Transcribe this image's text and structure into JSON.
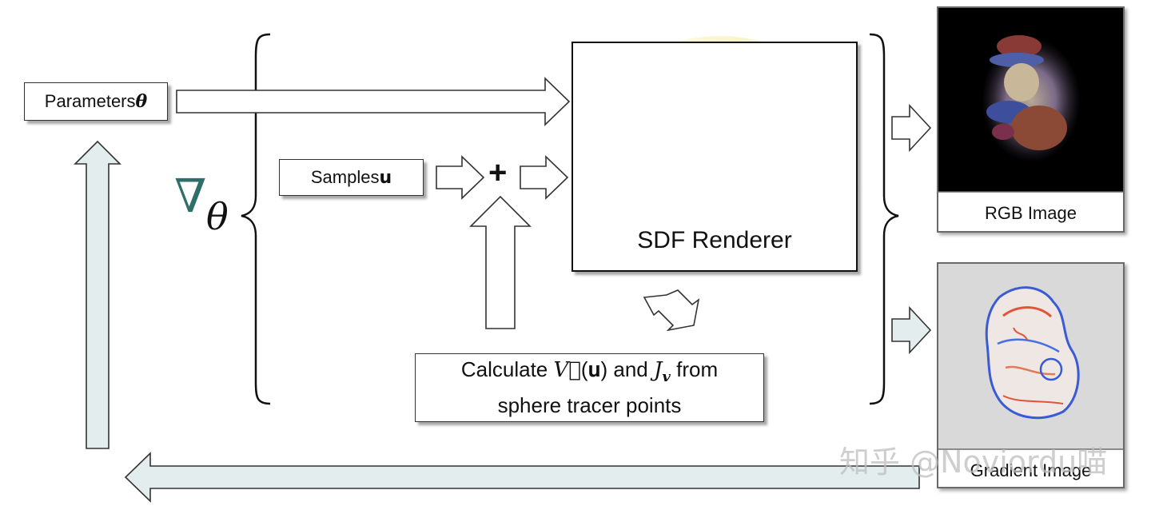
{
  "parameters": {
    "label": "Parameters ",
    "symbol": "θ"
  },
  "samples": {
    "label": "Samples ",
    "symbol": "u"
  },
  "calculate": {
    "line1_a": "Calculate ",
    "vector_symbol": "V⃗",
    "arg": "(𝐮)",
    "and": " and ",
    "jacobian": "J",
    "jacobian_sub": "v",
    "from": " from",
    "line2": "sphere tracer points"
  },
  "renderer": {
    "title": "SDF Renderer"
  },
  "gradient_op": {
    "nabla": "∇",
    "theta": "θ"
  },
  "plus": "+",
  "outputs": {
    "rgb_caption": "RGB Image",
    "gradient_caption": "Gradient Image"
  },
  "watermark": "知乎 @Noviordu喵",
  "colors": {
    "feedback_arrow_fill": "#e3eded",
    "nabla_teal": "#2f6f6a",
    "curve_pink": "#d9697c",
    "heat_warm": "#f7c84a",
    "heat_cool": "#6fc98a"
  }
}
